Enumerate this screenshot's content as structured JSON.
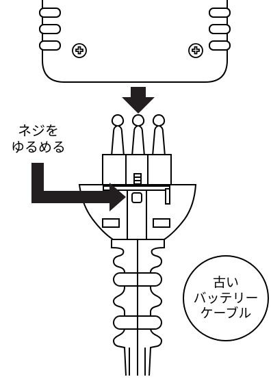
{
  "labels": {
    "loosen_screw_line1": "ネジを",
    "loosen_screw_line2": "ゆるめる",
    "old_cable_line1": "古い",
    "old_cable_line2": "バッテリー",
    "old_cable_line3": "ケーブル"
  },
  "colors": {
    "stroke": "#000000",
    "fill": "#ffffff",
    "arrow": "#231f20"
  },
  "icons": [
    "battery-terminal-housing",
    "phillips-screw-icon",
    "down-arrow",
    "l-shaped-arrow",
    "connector-plug",
    "cable"
  ]
}
